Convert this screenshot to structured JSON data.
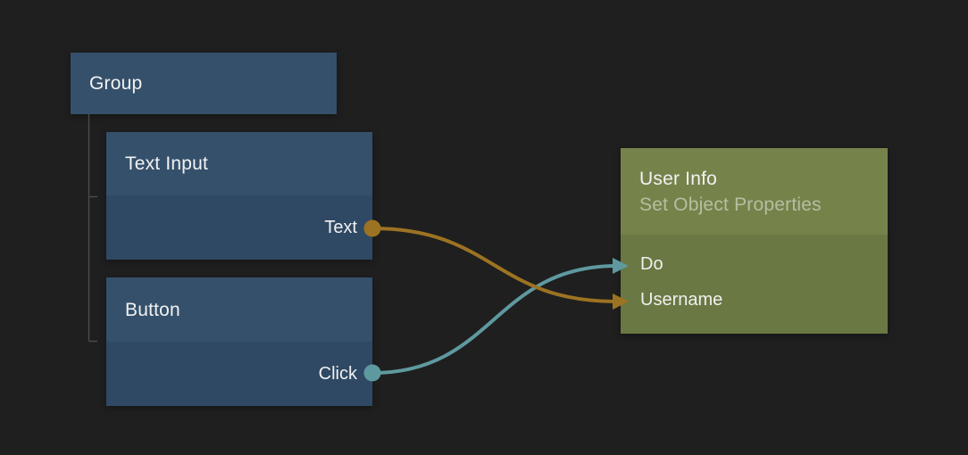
{
  "editor": {
    "background": "#1f1f1f"
  },
  "colors": {
    "background": "#1f1f1f",
    "node_header": "#35506b",
    "node_body": "#2f4964",
    "selected_header": "#75834b",
    "selected_body": "#6a7843",
    "title_text": "#f2f2f2",
    "subtitle_text": "#b5bfa0",
    "port_text": "#f0f0f0",
    "wire_orange": "#9c7322",
    "wire_teal": "#5f99a0",
    "tree_line": "#4a4a4a"
  },
  "nodes": {
    "group": {
      "title": "Group"
    },
    "text_input": {
      "title": "Text Input",
      "outputs": [
        {
          "label": "Text",
          "color": "#9c7322"
        }
      ]
    },
    "button": {
      "title": "Button",
      "outputs": [
        {
          "label": "Click",
          "color": "#5f99a0"
        }
      ]
    },
    "user_info": {
      "title": "User Info",
      "subtitle": "Set Object Properties",
      "inputs": [
        {
          "label": "Do",
          "color": "#5f99a0"
        },
        {
          "label": "Username",
          "color": "#9c7322"
        }
      ]
    }
  },
  "connections": [
    {
      "from": "Button / Click",
      "to": "User Info / Do",
      "color": "#5f99a0"
    },
    {
      "from": "Text Input / Text",
      "to": "User Info / Username",
      "color": "#9c7322"
    }
  ]
}
